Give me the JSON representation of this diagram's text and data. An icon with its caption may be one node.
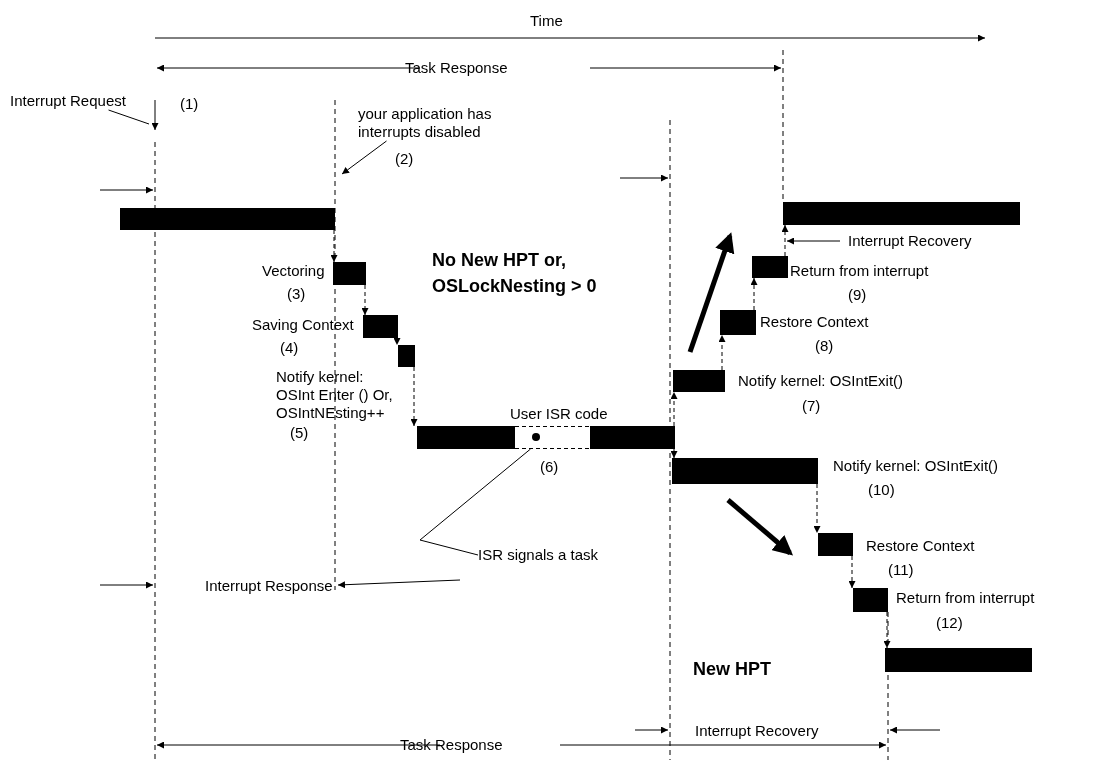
{
  "diagram": {
    "nodes": [
      {
        "text": [],
        "shape": "bar"
      },
      {
        "text": [],
        "shape": "bar",
        "beside": [
          "Vectoring",
          "(3)"
        ]
      },
      {
        "text": [],
        "shape": "bar",
        "beside": [
          "Saving Context",
          "(4)"
        ]
      },
      {
        "text": [],
        "shape": "bar",
        "beside": [
          "Notify kernel: OSInt Enter () Or, OSIntNEsting++",
          "(5)"
        ]
      },
      {
        "text": [],
        "shape": "bar",
        "beside": [
          "User ISR code",
          "(6)"
        ]
      },
      {
        "text": [],
        "shape": "bar",
        "beside": [
          "Notify kernel: OSIntExit()",
          "(7)"
        ]
      },
      {
        "text": [],
        "shape": "bar",
        "beside": [
          "Restore Context",
          "(8)"
        ]
      },
      {
        "text": [],
        "shape": "bar",
        "beside": [
          "Return from interrupt",
          "(9)"
        ]
      },
      {
        "text": [],
        "shape": "bar"
      },
      {
        "text": [],
        "shape": "bar",
        "beside": [
          "Notify kernel: OSIntExit()",
          "(10)"
        ]
      },
      {
        "text": [],
        "shape": "bar",
        "beside": [
          "Restore Context",
          "(11)"
        ]
      },
      {
        "text": [],
        "shape": "bar",
        "beside": [
          "Return from interrupt",
          "(12)"
        ]
      },
      {
        "text": [],
        "shape": "bar"
      },
      {
        "text": [
          "Interrupt Request"
        ],
        "beside": [
          "(1)"
        ]
      },
      {
        "text": [
          "your application has interrupts disabled"
        ],
        "beside": [
          "(2)"
        ]
      },
      {
        "text": [
          "ISR signals a task"
        ]
      }
    ],
    "edges": [
      {
        "from": 0,
        "to": 1,
        "arrow": "to",
        "style": "dashed"
      },
      {
        "from": 1,
        "to": 2,
        "arrow": "to",
        "style": "dashed"
      },
      {
        "from": 2,
        "to": 3,
        "arrow": "to",
        "style": "dashed"
      },
      {
        "from": 3,
        "to": 4,
        "arrow": "to",
        "style": "dashed"
      },
      {
        "from": 4,
        "to": 5,
        "arrow": "to",
        "style": "dashed"
      },
      {
        "from": 5,
        "to": 6,
        "arrow": "to",
        "style": "dashed"
      },
      {
        "from": 6,
        "to": 7,
        "arrow": "to",
        "style": "dashed"
      },
      {
        "from": 7,
        "to": 8,
        "arrow": "to",
        "style": "dashed"
      },
      {
        "from": 4,
        "to": 9,
        "arrow": "to",
        "style": "dashed"
      },
      {
        "from": 9,
        "to": 10,
        "arrow": "to",
        "style": "dashed"
      },
      {
        "from": 10,
        "to": 11,
        "arrow": "to",
        "style": "dashed"
      },
      {
        "from": 11,
        "to": 12,
        "arrow": "to",
        "style": "dashed"
      },
      {
        "from": 13,
        "to": null,
        "arrow": "none"
      },
      {
        "from": 14,
        "to": null,
        "arrow": "to"
      },
      {
        "from": 15,
        "to": 4,
        "arrow": "none"
      }
    ],
    "labels": [
      "Time",
      "Task Response",
      "Interrupt Recovery",
      "No New HPT or, OSLockNesting > 0",
      "Interrupt Response",
      "New HPT",
      "Interrupt Recovery",
      "Task Response"
    ]
  }
}
